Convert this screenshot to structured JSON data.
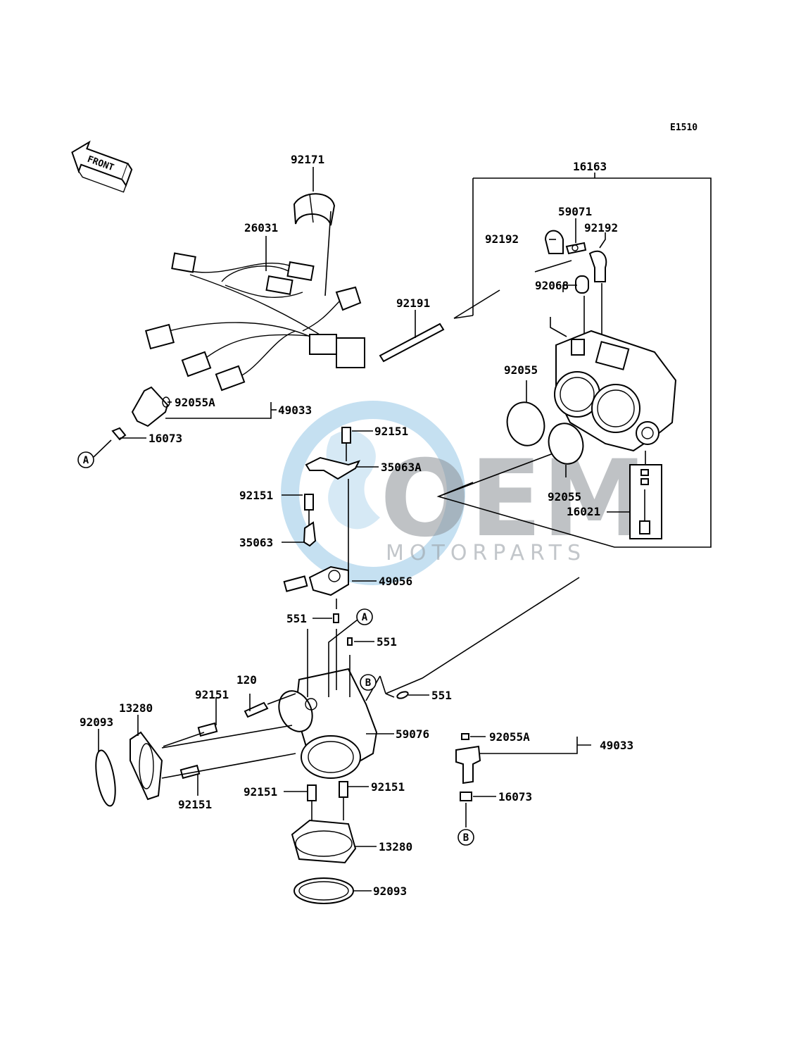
{
  "diagram_code": "E1510",
  "front_label": "FRONT",
  "watermark": {
    "main": "OEM",
    "sub": "MOTORPARTS"
  },
  "callouts": {
    "A": "A",
    "B": "B"
  },
  "parts": {
    "p92171": "92171",
    "p26031": "26031",
    "p16163": "16163",
    "p59071": "59071",
    "p92192a": "92192",
    "p92192b": "92192",
    "p92068": "92068",
    "p92191": "92191",
    "p92055a": "92055",
    "p92055b": "92055",
    "p16021": "16021",
    "p92055A_top": "92055A",
    "p49033_top": "49033",
    "p16073_top": "16073",
    "p92151_a": "92151",
    "p35063A": "35063A",
    "p92151_b": "92151",
    "p35063": "35063",
    "p49056": "49056",
    "p551_a": "551",
    "p551_b": "551",
    "p551_c": "551",
    "p120": "120",
    "p92151_c": "92151",
    "p13280_a": "13280",
    "p92093_a": "92093",
    "p59076": "59076",
    "p92151_d": "92151",
    "p92151_e": "92151",
    "p92151_f": "92151",
    "p13280_b": "13280",
    "p92093_b": "92093",
    "p92055A_bot": "92055A",
    "p49033_bot": "49033",
    "p16073_bot": "16073"
  }
}
